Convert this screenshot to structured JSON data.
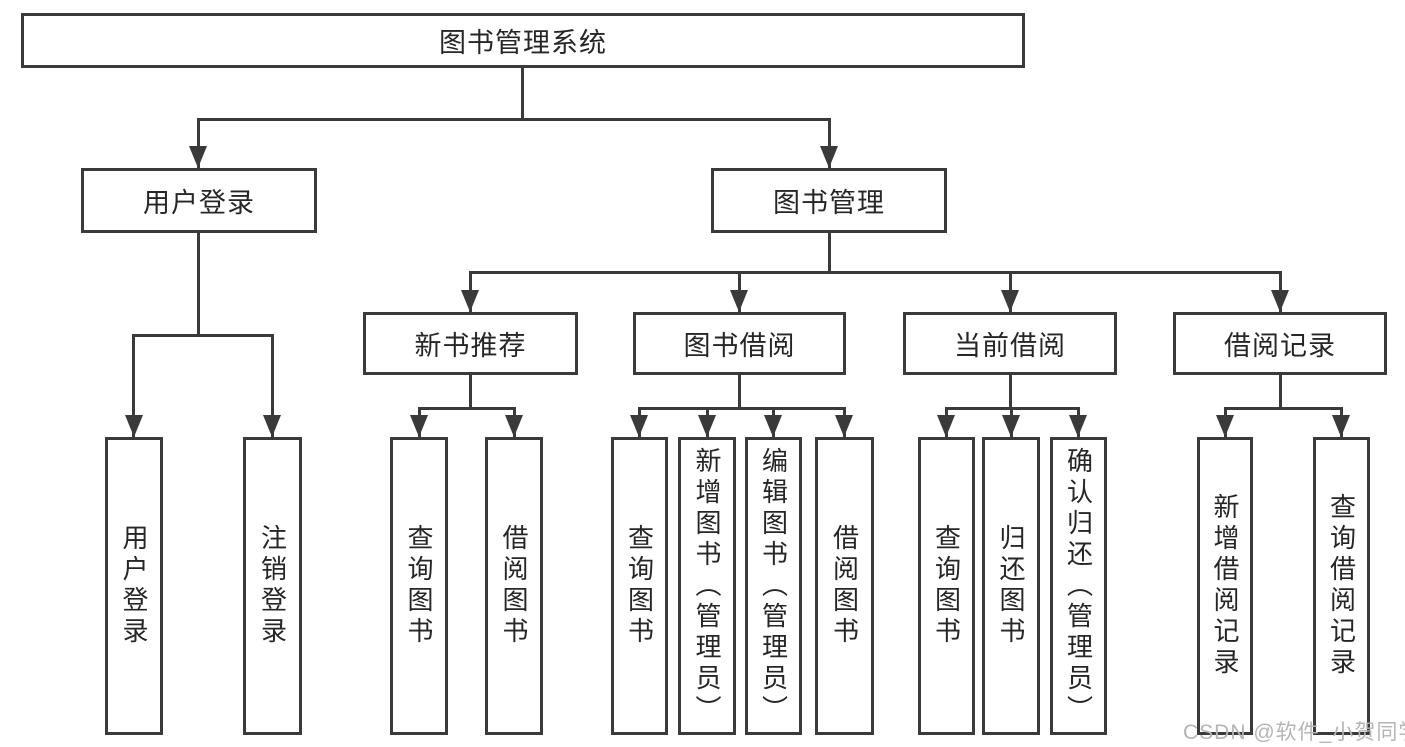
{
  "labels": {
    "root": "图书管理系统",
    "user_login": "用户登录",
    "book_mgmt": "图书管理",
    "new_book_rec": "新书推荐",
    "book_borrow": "图书借阅",
    "current_borrow": "当前借阅",
    "borrow_record": "借阅记录",
    "ul_user_login": "用户登录",
    "ul_logout": "注销登录",
    "nbr_query_book": "查询图书",
    "nbr_borrow_book": "借阅图书",
    "bb_query_book": "查询图书",
    "bb_add_book": "新增图书（管理员）",
    "bb_edit_book": "编辑图书（管理员）",
    "bb_borrow_book": "借阅图书",
    "cb_query_book": "查询图书",
    "cb_return_book": "归还图书",
    "cb_confirm_return": "确认归还（管理员）",
    "br_add_record": "新增借阅记录",
    "br_query_record": "查询借阅记录"
  },
  "watermark": "CSDN @软件_小贺同学",
  "colors": {
    "line": "#3a3a3a",
    "text": "#262626",
    "watermark": "#b5b5b5",
    "background": "#ffffff"
  }
}
